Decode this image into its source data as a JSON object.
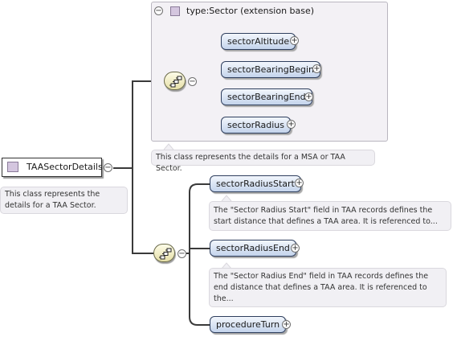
{
  "root": {
    "name": "TAASectorDetails",
    "description": "This class represents the details for a TAA Sector."
  },
  "extension": {
    "title": "type:Sector (extension base)",
    "description": "This class represents the details for a MSA or TAA Sector.",
    "elements": [
      "sectorAltitude",
      "sectorBearingBegin",
      "sectorBearingEnd",
      "sectorRadius"
    ]
  },
  "elements": [
    {
      "name": "sectorRadiusStart",
      "description": "The \"Sector Radius Start\" field in TAA records defines the start distance that defines a TAA area. It is referenced to..."
    },
    {
      "name": "sectorRadiusEnd",
      "description": "The \"Sector Radius End\" field in TAA records defines the end distance that defines a TAA area. It is referenced to the..."
    },
    {
      "name": "procedureTurn"
    }
  ],
  "icons": {
    "expand": "plus-circle-icon",
    "collapse": "minus-circle-icon",
    "sequence": "sequence-compositor-icon",
    "type": "complex-type-icon"
  }
}
